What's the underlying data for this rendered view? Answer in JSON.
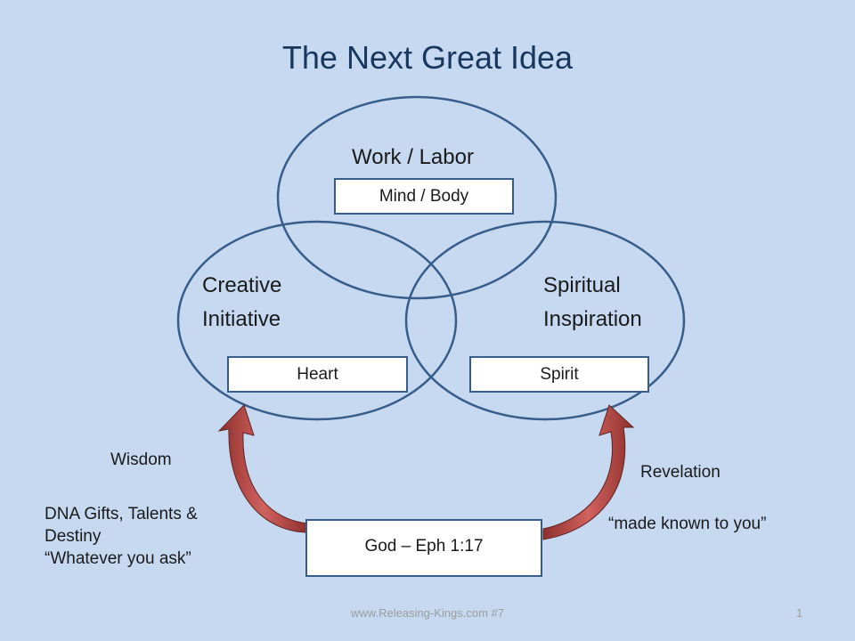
{
  "title": "The Next Great Idea",
  "colors": {
    "background": "#c6d9f1",
    "circle_stroke": "#385d8a",
    "arrow_fill": "#c0504d",
    "title_color": "#17375e"
  },
  "circles": {
    "top": {
      "label": "Work / Labor",
      "box": "Mind / Body"
    },
    "left": {
      "label_line1": "Creative",
      "label_line2": "Initiative",
      "box": "Heart"
    },
    "right": {
      "label_line1": "Spiritual",
      "label_line2": "Inspiration",
      "box": "Spirit"
    }
  },
  "source_box": "God – Eph 1:17",
  "left_notes": {
    "wisdom": "Wisdom",
    "line1": "DNA Gifts, Talents &",
    "line2": "Destiny",
    "line3": "“Whatever you ask”"
  },
  "right_notes": {
    "revelation": "Revelation",
    "quote": "“made known to you”"
  },
  "footer": {
    "website": "www.Releasing-Kings.com #7",
    "page_number": "1"
  }
}
